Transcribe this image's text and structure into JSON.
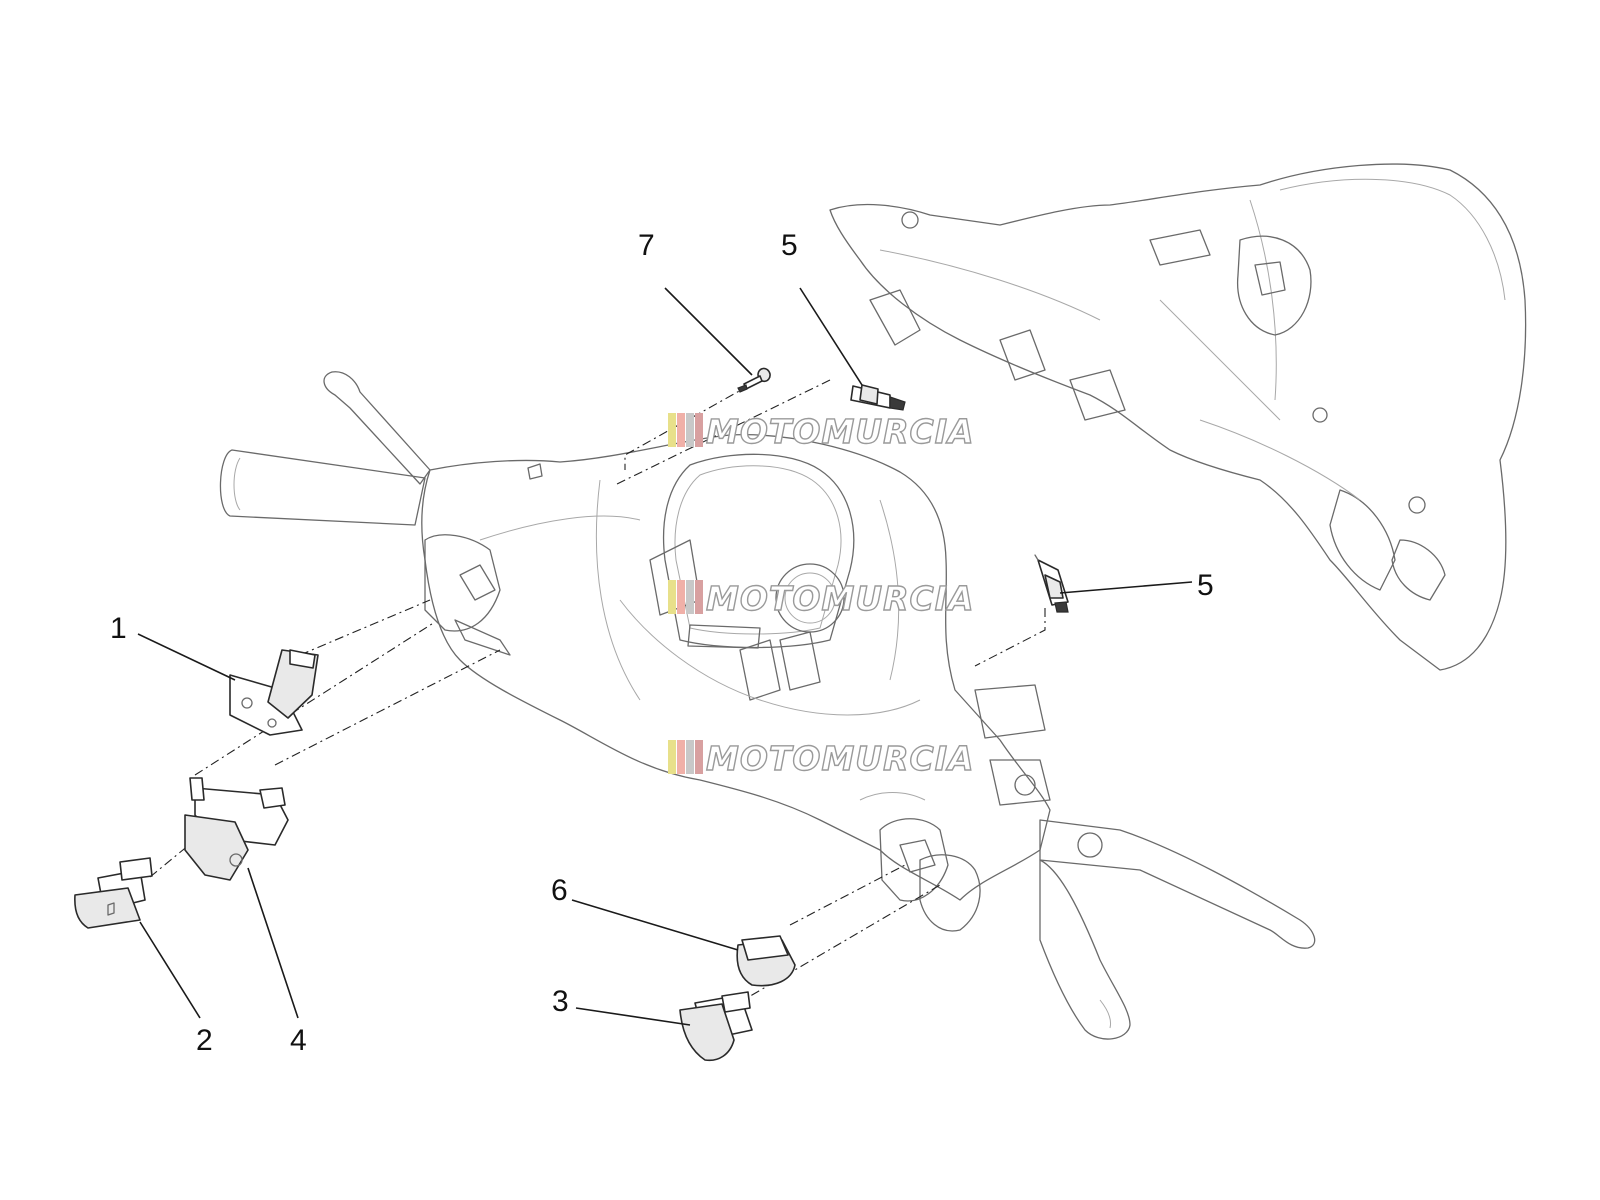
{
  "callouts": [
    {
      "id": "c7",
      "number": "7"
    },
    {
      "id": "c5a",
      "number": "5"
    },
    {
      "id": "c5b",
      "number": "5"
    },
    {
      "id": "c1",
      "number": "1"
    },
    {
      "id": "c2",
      "number": "2"
    },
    {
      "id": "c4",
      "number": "4"
    },
    {
      "id": "c6",
      "number": "6"
    },
    {
      "id": "c3",
      "number": "3"
    }
  ],
  "watermark": {
    "text": "MOTOMURCIA",
    "stripe_colors": [
      "#e8e08a",
      "#f0b0a8",
      "#c8c8c8",
      "#d8a0a0"
    ]
  },
  "colors": {
    "outline": "#6a6a6a",
    "part_outline": "#2a2a2a",
    "label": "#111111"
  }
}
